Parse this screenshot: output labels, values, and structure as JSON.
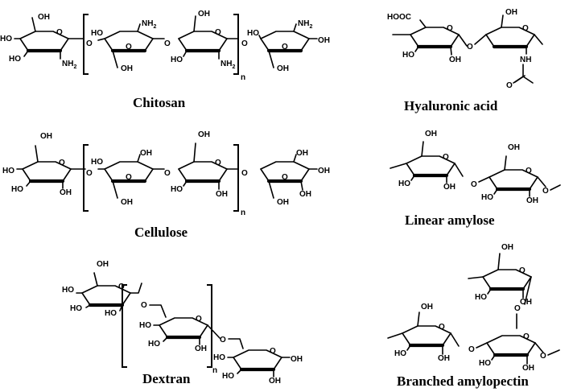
{
  "titles": {
    "chitosan": "Chitosan",
    "hyaluronic_acid": "Hyaluronic acid",
    "cellulose": "Cellulose",
    "linear_amylose": "Linear amylose",
    "dextran": "Dextran",
    "branched_amylopectin": "Branched amylopectin"
  },
  "atoms": {
    "oh": "OH",
    "ho": "HO",
    "o": "O",
    "nh2": "NH",
    "sub2": "2",
    "nh": "NH",
    "hooc": "HOOC",
    "n": "n"
  }
}
